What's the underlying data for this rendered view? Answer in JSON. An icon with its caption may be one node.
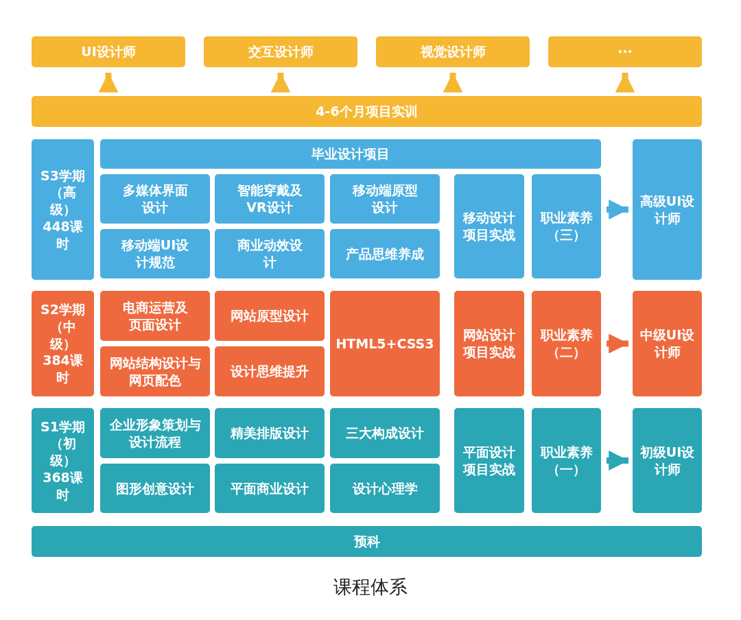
{
  "diagram": {
    "caption": "课程体系",
    "nodes": [
      {
        "text": [
          "UI设计师"
        ]
      },
      {
        "text": [
          "交互设计师"
        ]
      },
      {
        "text": [
          "视觉设计师"
        ]
      },
      {
        "text": [
          "···"
        ]
      },
      {
        "text": [
          "4-6个月项目实训"
        ]
      },
      {
        "text": [
          "S3学期（高级）448课时"
        ]
      },
      {
        "text": [
          "毕业设计项目"
        ]
      },
      {
        "text": [
          "多媒体界面设计"
        ]
      },
      {
        "text": [
          "智能穿戴及VR设计"
        ]
      },
      {
        "text": [
          "移动端原型设计"
        ]
      },
      {
        "text": [
          "移动端UI设计规范"
        ]
      },
      {
        "text": [
          "商业动效设计"
        ]
      },
      {
        "text": [
          "产品思维养成"
        ]
      },
      {
        "text": [
          "移动设计项目实战"
        ]
      },
      {
        "text": [
          "职业素养（三）"
        ]
      },
      {
        "text": [
          "高级UI设计师"
        ]
      },
      {
        "text": [
          "S2学期（中级）384课时"
        ]
      },
      {
        "text": [
          "电商运营及页面设计"
        ]
      },
      {
        "text": [
          "网站原型设计"
        ]
      },
      {
        "text": [
          "HTML5+CSS3"
        ]
      },
      {
        "text": [
          "网站结构设计与网页配色"
        ]
      },
      {
        "text": [
          "设计思维提升"
        ]
      },
      {
        "text": [
          "网站设计项目实战"
        ]
      },
      {
        "text": [
          "职业素养（二）"
        ]
      },
      {
        "text": [
          "中级UI设计师"
        ]
      },
      {
        "text": [
          "S1学期（初级）368课时"
        ]
      },
      {
        "text": [
          "企业形象策划与设计流程"
        ]
      },
      {
        "text": [
          "精美排版设计"
        ]
      },
      {
        "text": [
          "三大构成设计"
        ]
      },
      {
        "text": [
          "图形创意设计"
        ]
      },
      {
        "text": [
          "平面商业设计"
        ]
      },
      {
        "text": [
          "设计心理学"
        ]
      },
      {
        "text": [
          "平面设计项目实战"
        ]
      },
      {
        "text": [
          "职业素养（一）"
        ]
      },
      {
        "text": [
          "初级UI设计师"
        ]
      },
      {
        "text": [
          "预科"
        ]
      }
    ],
    "edges": [
      {
        "from": 4,
        "to": 0,
        "arrow": "to"
      },
      {
        "from": 4,
        "to": 1,
        "arrow": "to"
      },
      {
        "from": 4,
        "to": 2,
        "arrow": "to"
      },
      {
        "from": 4,
        "to": 3,
        "arrow": "to"
      },
      {
        "from": 14,
        "to": 15,
        "arrow": "to",
        "color": "#4aaee0"
      },
      {
        "from": 23,
        "to": 24,
        "arrow": "to",
        "color": "#ee6a3e"
      },
      {
        "from": 33,
        "to": 34,
        "arrow": "to",
        "color": "#2aa6b5"
      }
    ]
  }
}
